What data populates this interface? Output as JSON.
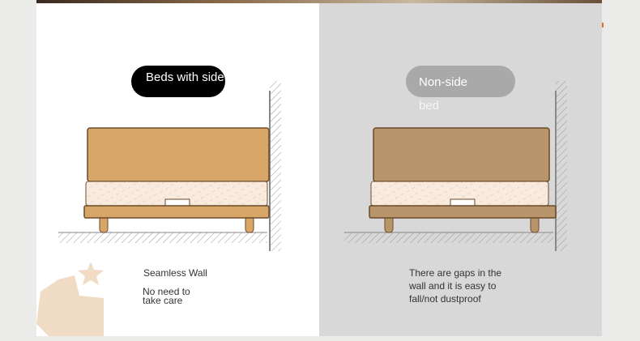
{
  "left": {
    "title": "Beds with side",
    "caption": "Seamless Wall",
    "note": "No need to take care"
  },
  "right": {
    "title_line1": "Non-side",
    "title_line2": "bed",
    "caption": "There are gaps in the wall and it is easy to fall/not dustproof"
  },
  "colors": {
    "bed_left": "#d8a667",
    "bed_right": "#b8956a",
    "mattress": "#f8ebde",
    "outline": "#6b4a2a"
  }
}
